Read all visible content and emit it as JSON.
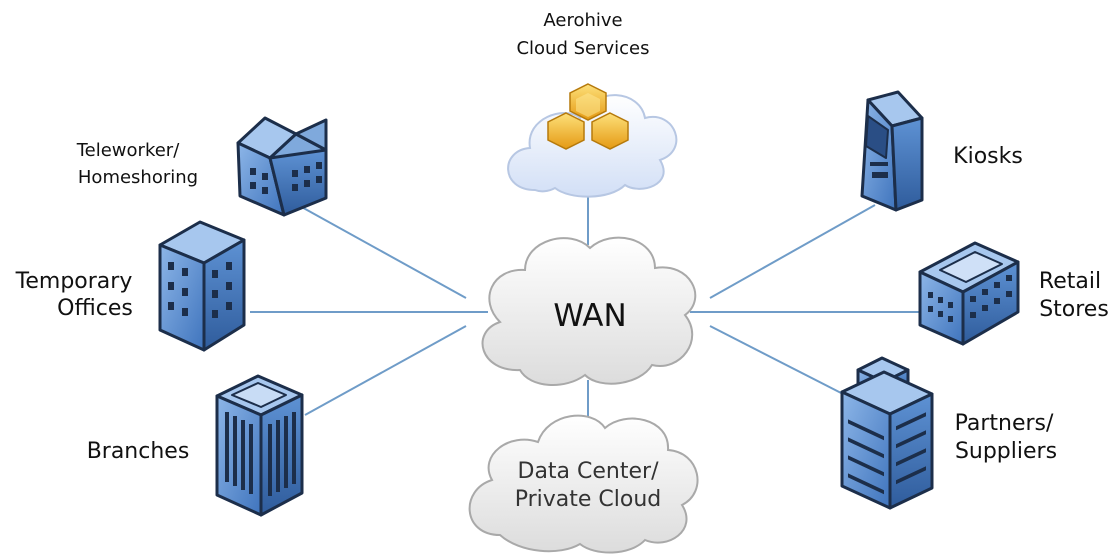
{
  "center": {
    "label": "WAN"
  },
  "top_cloud": {
    "line1": "Aerohive",
    "line2": "Cloud Services"
  },
  "bottom_cloud": {
    "line1": "Data Center/",
    "line2": "Private Cloud"
  },
  "left_nodes": [
    {
      "line1": "Teleworker/",
      "line2": "Homeshoring",
      "icon": "house-icon"
    },
    {
      "line1": "Temporary",
      "line2": "Offices",
      "icon": "tall-building-icon"
    },
    {
      "line1": "Branches",
      "line2": "",
      "icon": "office-building-icon"
    }
  ],
  "right_nodes": [
    {
      "line1": "Kiosks",
      "line2": "",
      "icon": "kiosk-icon"
    },
    {
      "line1": "Retail",
      "line2": "Stores",
      "icon": "store-building-icon"
    },
    {
      "line1": "Partners/",
      "line2": "Suppliers",
      "icon": "tower-building-icon"
    }
  ],
  "colors": {
    "link_line": "#6f9cc8",
    "building_blue": "#5b8fd1",
    "building_dark": "#1c2e4a",
    "cloud_fill": "#f1f1f1",
    "cloud_blue_fill": "#e4ecfa",
    "hexagon_gold": "#f2b531"
  }
}
